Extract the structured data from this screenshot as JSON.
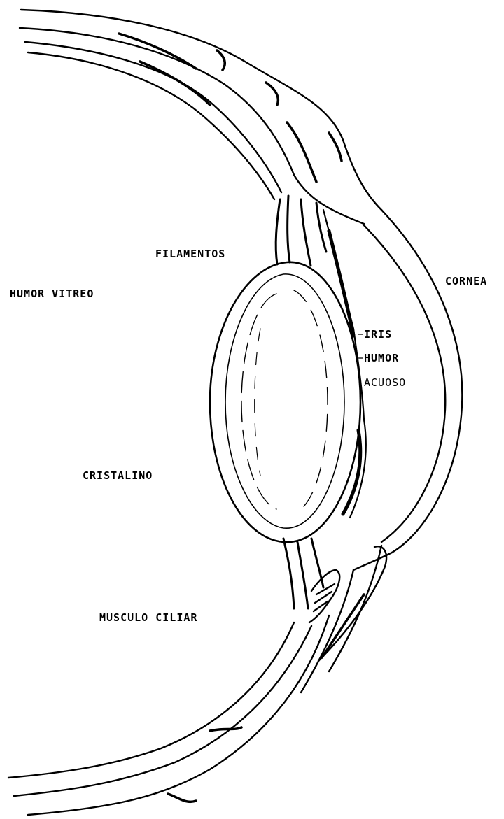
{
  "labels": {
    "filamentos": "FILAMENTOS",
    "humor_vitreo": "HUMOR VITREO",
    "cornea": "CORNEA",
    "iris": "IRIS",
    "humor_acuoso_line1": "HUMOR",
    "humor_acuoso_line2": "ACUOSO",
    "cristalino": "CRISTALINO",
    "musculo_ciliar": "MUSCULO CILIAR"
  },
  "colors": {
    "ink": "#000000",
    "paper": "#ffffff"
  }
}
